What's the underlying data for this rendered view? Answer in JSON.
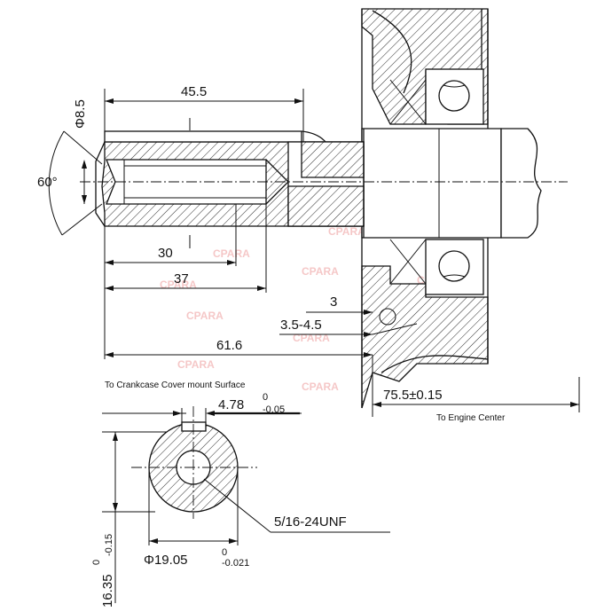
{
  "shaft_dimensions": {
    "thread_dia": "Φ8.5",
    "angle": "60°",
    "length_45_5": "45.5",
    "length_30": "30",
    "length_37": "37",
    "length_3": "3",
    "range_3_5_4_5": "3.5-4.5",
    "length_61_6": "61.6",
    "length_75_5": "75.5±0.15"
  },
  "notes": {
    "crankcase": "To Crankcase Cover mount Surface",
    "engine_center": "To Engine Center"
  },
  "section_dimensions": {
    "key_width": "4.78",
    "key_tol_upper": "0",
    "key_tol_lower": "-0.05",
    "thread_spec": "5/16-24UNF",
    "shaft_dia": "Φ19.05",
    "shaft_tol_upper": "0",
    "shaft_tol_lower": "-0.021",
    "key_depth": "16.35",
    "depth_tol_upper": "0",
    "depth_tol_lower": "-0.15"
  },
  "watermark": "CPARA"
}
